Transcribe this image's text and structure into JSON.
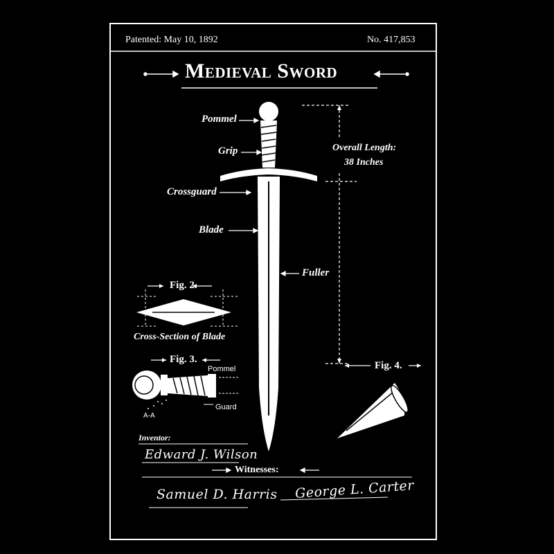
{
  "header": {
    "patented": "Patented: May 10, 1892",
    "number": "No. 417,853"
  },
  "title": "Medieval Sword",
  "labels": {
    "pommel": "Pommel",
    "grip": "Grip",
    "crossguard": "Crossguard",
    "blade": "Blade",
    "fuller": "Fuller",
    "overall_length_line1": "Overall Length:",
    "overall_length_line2": "38 Inches"
  },
  "fig2": {
    "title": "Fig. 2.",
    "caption": "Cross-Section of Blade"
  },
  "fig3": {
    "title": "Fig. 3.",
    "pommel": "Pommel",
    "guard": "Guard",
    "section": "A-A"
  },
  "fig4": {
    "title": "Fig. 4."
  },
  "inventor": {
    "label": "Inventor:",
    "signature": "Edward J. Wilson"
  },
  "witnesses": {
    "label": "Witnesses:",
    "signatures": [
      "Samuel D. Harris",
      "George L. Carter"
    ]
  },
  "colors": {
    "background": "#000000",
    "ink": "#ffffff"
  }
}
